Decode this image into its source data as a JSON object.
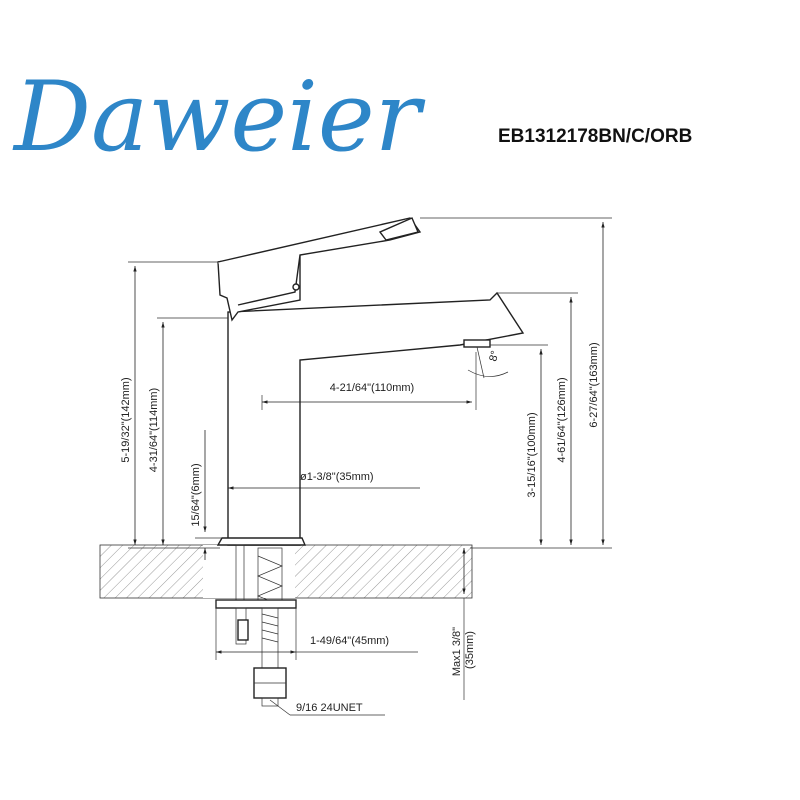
{
  "brand": {
    "name": "Daweier",
    "color": "#2e86c8"
  },
  "model": "EB1312178BN/C/ORB",
  "dimensions": {
    "total_height": "6-27/64\"(163mm)",
    "handle_height": "5-19/32\"(142mm)",
    "body_height": "4-31/64\"(114mm)",
    "spout_outlet_height": "4-61/64\"(126mm)",
    "spout_clearance": "3-15/16\"(100mm)",
    "spout_reach": "4-21/64\"(110mm)",
    "body_diameter": "ø1-3/8\"(35mm)",
    "base_ring": "15/64\"(6mm)",
    "mount_width": "1-49/64\"(45mm)",
    "deck_thickness": "Max1 3/8\"\n(35mm)",
    "connector": "9/16 24UNET",
    "angle": "8°"
  }
}
